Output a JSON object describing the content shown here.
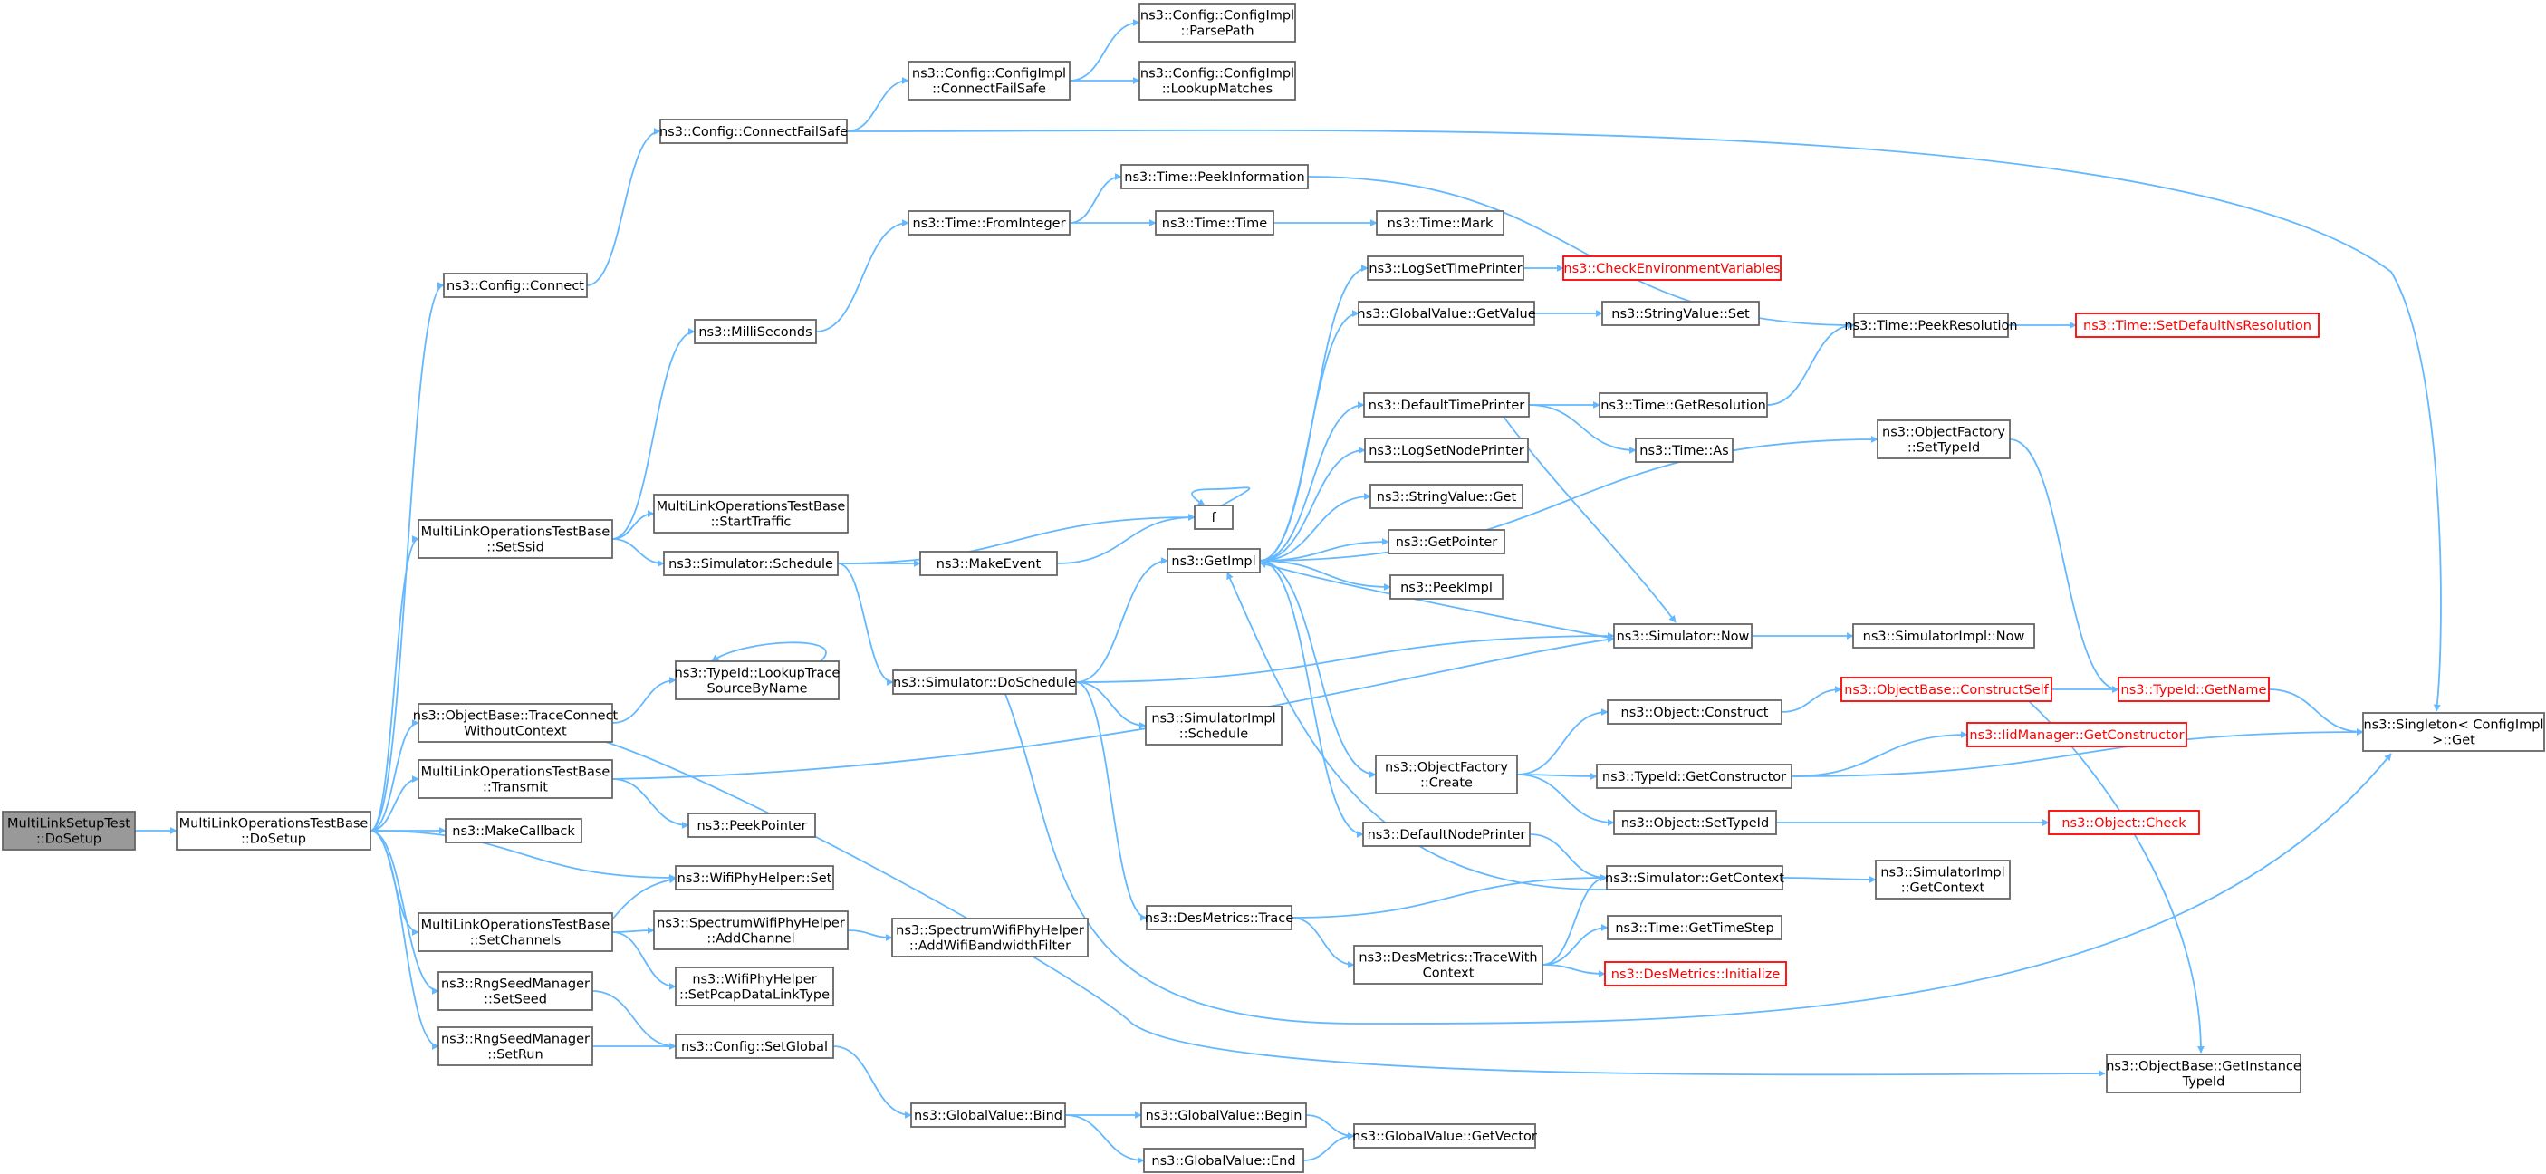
{
  "colors": {
    "edge": "#63b8ff",
    "node_border": "#666666",
    "root_fill": "#999999",
    "truncated_border": "#ff0000"
  },
  "nodes": [
    {
      "id": "root",
      "lines": [
        "MultiLinkSetupTest",
        "::DoSetup"
      ],
      "style": "root"
    },
    {
      "id": "dosetup",
      "lines": [
        "MultiLinkOperationsTestBase",
        "::DoSetup"
      ]
    },
    {
      "id": "cfgconnect",
      "lines": [
        "ns3::Config::Connect"
      ]
    },
    {
      "id": "cfgconnectfs",
      "lines": [
        "ns3::Config::ConnectFailSafe"
      ]
    },
    {
      "id": "implconnectfs",
      "lines": [
        "ns3::Config::ConfigImpl",
        "::ConnectFailSafe"
      ]
    },
    {
      "id": "parsepath",
      "lines": [
        "ns3::Config::ConfigImpl",
        "::ParsePath"
      ]
    },
    {
      "id": "lookupmatches",
      "lines": [
        "ns3::Config::ConfigImpl",
        "::LookupMatches"
      ]
    },
    {
      "id": "singleton",
      "lines": [
        "ns3::Singleton< ConfigImpl",
        " >::Get"
      ]
    },
    {
      "id": "milliseconds",
      "lines": [
        "ns3::MilliSeconds"
      ]
    },
    {
      "id": "frominteger",
      "lines": [
        "ns3::Time::FromInteger"
      ]
    },
    {
      "id": "peekinfo",
      "lines": [
        "ns3::Time::PeekInformation"
      ]
    },
    {
      "id": "timetime",
      "lines": [
        "ns3::Time::Time"
      ]
    },
    {
      "id": "timemark",
      "lines": [
        "ns3::Time::Mark"
      ]
    },
    {
      "id": "peekres",
      "lines": [
        "ns3::Time::PeekResolution"
      ]
    },
    {
      "id": "setdefres",
      "lines": [
        "ns3::Time::SetDefaultNsResolution"
      ],
      "style": "red"
    },
    {
      "id": "setssid",
      "lines": [
        "MultiLinkOperationsTestBase",
        "::SetSsid"
      ]
    },
    {
      "id": "starttraffic",
      "lines": [
        "MultiLinkOperationsTestBase",
        "::StartTraffic"
      ]
    },
    {
      "id": "schedule",
      "lines": [
        "ns3::Simulator::Schedule"
      ]
    },
    {
      "id": "makeevent",
      "lines": [
        "ns3::MakeEvent"
      ]
    },
    {
      "id": "f",
      "lines": [
        "f"
      ]
    },
    {
      "id": "getimpl",
      "lines": [
        "ns3::GetImpl"
      ]
    },
    {
      "id": "logsettp",
      "lines": [
        "ns3::LogSetTimePrinter"
      ]
    },
    {
      "id": "checkenv",
      "lines": [
        "ns3::CheckEnvironmentVariables"
      ],
      "style": "red"
    },
    {
      "id": "gvgetvalue",
      "lines": [
        "ns3::GlobalValue::GetValue"
      ]
    },
    {
      "id": "svset",
      "lines": [
        "ns3::StringValue::Set"
      ]
    },
    {
      "id": "deftp",
      "lines": [
        "ns3::DefaultTimePrinter"
      ]
    },
    {
      "id": "getres",
      "lines": [
        "ns3::Time::GetResolution"
      ]
    },
    {
      "id": "timeas",
      "lines": [
        "ns3::Time::As"
      ]
    },
    {
      "id": "logsetnp",
      "lines": [
        "ns3::LogSetNodePrinter"
      ]
    },
    {
      "id": "svget",
      "lines": [
        "ns3::StringValue::Get"
      ]
    },
    {
      "id": "getpointer",
      "lines": [
        "ns3::GetPointer"
      ]
    },
    {
      "id": "peekimpl",
      "lines": [
        "ns3::PeekImpl"
      ]
    },
    {
      "id": "ofsettypeid",
      "lines": [
        "ns3::ObjectFactory",
        "::SetTypeId"
      ]
    },
    {
      "id": "simnow",
      "lines": [
        "ns3::Simulator::Now"
      ]
    },
    {
      "id": "simimplnow",
      "lines": [
        "ns3::SimulatorImpl::Now"
      ]
    },
    {
      "id": "traceconn",
      "lines": [
        "ns3::ObjectBase::TraceConnect",
        "WithoutContext"
      ]
    },
    {
      "id": "lookuptrace",
      "lines": [
        "ns3::TypeId::LookupTrace",
        "SourceByName"
      ]
    },
    {
      "id": "doschedule",
      "lines": [
        "ns3::Simulator::DoSchedule"
      ]
    },
    {
      "id": "simimplsched",
      "lines": [
        "ns3::SimulatorImpl",
        "::Schedule"
      ]
    },
    {
      "id": "transmit",
      "lines": [
        "MultiLinkOperationsTestBase",
        "::Transmit"
      ]
    },
    {
      "id": "peekpointer",
      "lines": [
        "ns3::PeekPointer"
      ]
    },
    {
      "id": "objconstruct",
      "lines": [
        "ns3::Object::Construct"
      ]
    },
    {
      "id": "constructself",
      "lines": [
        "ns3::ObjectBase::ConstructSelf"
      ],
      "style": "red"
    },
    {
      "id": "getname",
      "lines": [
        "ns3::TypeId::GetName"
      ],
      "style": "red"
    },
    {
      "id": "ofcreate",
      "lines": [
        "ns3::ObjectFactory",
        "::Create"
      ]
    },
    {
      "id": "getconstructor",
      "lines": [
        "ns3::TypeId::GetConstructor"
      ]
    },
    {
      "id": "iidgetcons",
      "lines": [
        "ns3::IidManager::GetConstructor"
      ],
      "style": "red"
    },
    {
      "id": "objsettypeid",
      "lines": [
        "ns3::Object::SetTypeId"
      ]
    },
    {
      "id": "objcheck",
      "lines": [
        "ns3::Object::Check"
      ],
      "style": "red"
    },
    {
      "id": "makecallback",
      "lines": [
        "ns3::MakeCallback"
      ]
    },
    {
      "id": "defnp",
      "lines": [
        "ns3::DefaultNodePrinter"
      ]
    },
    {
      "id": "wifiset",
      "lines": [
        "ns3::WifiPhyHelper::Set"
      ]
    },
    {
      "id": "simgetctx",
      "lines": [
        "ns3::Simulator::GetContext"
      ]
    },
    {
      "id": "simimplgetctx",
      "lines": [
        "ns3::SimulatorImpl",
        "::GetContext"
      ]
    },
    {
      "id": "setchannels",
      "lines": [
        "MultiLinkOperationsTestBase",
        "::SetChannels"
      ]
    },
    {
      "id": "addchannel",
      "lines": [
        "ns3::SpectrumWifiPhyHelper",
        "::AddChannel"
      ]
    },
    {
      "id": "addwifibw",
      "lines": [
        "ns3::SpectrumWifiPhyHelper",
        "::AddWifiBandwidthFilter"
      ]
    },
    {
      "id": "destrace",
      "lines": [
        "ns3::DesMetrics::Trace"
      ]
    },
    {
      "id": "destracectx",
      "lines": [
        "ns3::DesMetrics::TraceWith",
        "Context"
      ]
    },
    {
      "id": "gettimestep",
      "lines": [
        "ns3::Time::GetTimeStep"
      ]
    },
    {
      "id": "desinit",
      "lines": [
        "ns3::DesMetrics::Initialize"
      ],
      "style": "red"
    },
    {
      "id": "setpcap",
      "lines": [
        "ns3::WifiPhyHelper",
        "::SetPcapDataLinkType"
      ]
    },
    {
      "id": "setseed",
      "lines": [
        "ns3::RngSeedManager",
        "::SetSeed"
      ]
    },
    {
      "id": "setrun",
      "lines": [
        "ns3::RngSeedManager",
        "::SetRun"
      ]
    },
    {
      "id": "setglobal",
      "lines": [
        "ns3::Config::SetGlobal"
      ]
    },
    {
      "id": "getinstancetid",
      "lines": [
        "ns3::ObjectBase::GetInstance",
        "TypeId"
      ]
    },
    {
      "id": "gvbind",
      "lines": [
        "ns3::GlobalValue::Bind"
      ]
    },
    {
      "id": "gvbegin",
      "lines": [
        "ns3::GlobalValue::Begin"
      ]
    },
    {
      "id": "gvend",
      "lines": [
        "ns3::GlobalValue::End"
      ]
    },
    {
      "id": "gvgetvector",
      "lines": [
        "ns3::GlobalValue::GetVector"
      ]
    }
  ],
  "edges": [
    [
      "root",
      "dosetup"
    ],
    [
      "dosetup",
      "cfgconnect"
    ],
    [
      "dosetup",
      "setssid"
    ],
    [
      "dosetup",
      "traceconn"
    ],
    [
      "dosetup",
      "transmit"
    ],
    [
      "dosetup",
      "makecallback"
    ],
    [
      "dosetup",
      "wifiset"
    ],
    [
      "dosetup",
      "setchannels"
    ],
    [
      "dosetup",
      "setseed"
    ],
    [
      "dosetup",
      "setrun"
    ],
    [
      "cfgconnect",
      "cfgconnectfs"
    ],
    [
      "cfgconnectfs",
      "implconnectfs"
    ],
    [
      "cfgconnectfs",
      "singleton"
    ],
    [
      "implconnectfs",
      "parsepath"
    ],
    [
      "implconnectfs",
      "lookupmatches"
    ],
    [
      "setssid",
      "milliseconds"
    ],
    [
      "setssid",
      "starttraffic"
    ],
    [
      "setssid",
      "schedule"
    ],
    [
      "milliseconds",
      "frominteger"
    ],
    [
      "frominteger",
      "peekinfo"
    ],
    [
      "frominteger",
      "timetime"
    ],
    [
      "timetime",
      "timemark"
    ],
    [
      "peekinfo",
      "peekres"
    ],
    [
      "peekres",
      "setdefres"
    ],
    [
      "schedule",
      "makeevent"
    ],
    [
      "schedule",
      "f"
    ],
    [
      "schedule",
      "doschedule"
    ],
    [
      "makeevent",
      "f"
    ],
    [
      "f",
      "f"
    ],
    [
      "doschedule",
      "getimpl"
    ],
    [
      "doschedule",
      "simnow"
    ],
    [
      "doschedule",
      "simimplsched"
    ],
    [
      "doschedule",
      "destrace"
    ],
    [
      "doschedule",
      "singleton"
    ],
    [
      "getimpl",
      "logsettp"
    ],
    [
      "getimpl",
      "gvgetvalue"
    ],
    [
      "getimpl",
      "deftp"
    ],
    [
      "getimpl",
      "logsetnp"
    ],
    [
      "getimpl",
      "svget"
    ],
    [
      "getimpl",
      "getpointer"
    ],
    [
      "getimpl",
      "peekimpl"
    ],
    [
      "getimpl",
      "ofsettypeid"
    ],
    [
      "getimpl",
      "ofcreate"
    ],
    [
      "getimpl",
      "defnp"
    ],
    [
      "logsettp",
      "checkenv"
    ],
    [
      "gvgetvalue",
      "svset"
    ],
    [
      "deftp",
      "getres"
    ],
    [
      "deftp",
      "timeas"
    ],
    [
      "deftp",
      "simnow"
    ],
    [
      "getres",
      "peekres"
    ],
    [
      "ofsettypeid",
      "getname"
    ],
    [
      "simnow",
      "simimplnow"
    ],
    [
      "simnow",
      "getimpl"
    ],
    [
      "traceconn",
      "lookuptrace"
    ],
    [
      "lookuptrace",
      "lookuptrace"
    ],
    [
      "traceconn",
      "getinstancetid"
    ],
    [
      "transmit",
      "peekpointer"
    ],
    [
      "transmit",
      "simnow"
    ],
    [
      "ofcreate",
      "objconstruct"
    ],
    [
      "ofcreate",
      "getconstructor"
    ],
    [
      "ofcreate",
      "objsettypeid"
    ],
    [
      "objconstruct",
      "constructself"
    ],
    [
      "constructself",
      "getname"
    ],
    [
      "constructself",
      "getinstancetid"
    ],
    [
      "getname",
      "singleton"
    ],
    [
      "getconstructor",
      "iidgetcons"
    ],
    [
      "getconstructor",
      "singleton"
    ],
    [
      "objsettypeid",
      "objcheck"
    ],
    [
      "defnp",
      "simgetctx"
    ],
    [
      "simgetctx",
      "simimplgetctx"
    ],
    [
      "simgetctx",
      "getimpl"
    ],
    [
      "setchannels",
      "wifiset"
    ],
    [
      "setchannels",
      "addchannel"
    ],
    [
      "setchannels",
      "setpcap"
    ],
    [
      "addchannel",
      "addwifibw"
    ],
    [
      "destrace",
      "simgetctx"
    ],
    [
      "destrace",
      "destracectx"
    ],
    [
      "destracectx",
      "simgetctx"
    ],
    [
      "destracectx",
      "gettimestep"
    ],
    [
      "destracectx",
      "desinit"
    ],
    [
      "setseed",
      "setglobal"
    ],
    [
      "setrun",
      "setglobal"
    ],
    [
      "setglobal",
      "gvbind"
    ],
    [
      "gvbind",
      "gvbegin"
    ],
    [
      "gvbind",
      "gvend"
    ],
    [
      "gvbegin",
      "gvgetvector"
    ],
    [
      "gvend",
      "gvgetvector"
    ]
  ]
}
